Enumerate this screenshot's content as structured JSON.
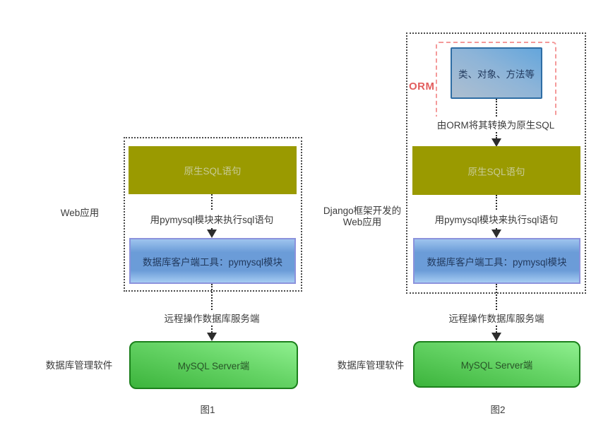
{
  "diagram1": {
    "side_label": "Web应用",
    "sql_box_label": "原生SQL语句",
    "exec_arrow_label": "用pymysql模块来执行sql语句",
    "client_box_label": "数据库客户端工具：pymysql模块",
    "remote_arrow_label": "远程操作数据库服务端",
    "db_side_label": "数据库管理软件",
    "server_box_label": "MySQL Server端",
    "caption": "图1"
  },
  "diagram2": {
    "side_label_line1": "Django框架开发的",
    "side_label_line2": "Web应用",
    "orm_tag": "ORM",
    "class_box_label": "类、对象、方法等",
    "orm_arrow_label": "由ORM将其转换为原生SQL",
    "sql_box_label": "原生SQL语句",
    "exec_arrow_label": "用pymysql模块来执行sql语句",
    "client_box_label": "数据库客户端工具：pymysql模块",
    "remote_arrow_label": "远程操作数据库服务端",
    "db_side_label": "数据库管理软件",
    "server_box_label": "MySQL Server端",
    "caption": "图2"
  },
  "colors": {
    "raw_sql_box_bg": "#9a9a00",
    "raw_sql_box_text": "#c8cb96",
    "client_box_gradient": [
      "#9ec4ee",
      "#6b9cd8",
      "#a6ccf2"
    ],
    "client_box_border": "#8c92dc",
    "class_box_gradient": [
      "#aebfd0",
      "#64a6dc"
    ],
    "class_box_border": "#2e6da4",
    "server_box_gradient": [
      "#3cb43c",
      "#90f090"
    ],
    "server_box_border": "#1c801c",
    "orm_accent": "#e25e5e",
    "orm_dashed_border": "#f49a9a",
    "boundary_dotted": "#4a4a4a",
    "arrow_line": "#2d2d2d",
    "text": "#3c3c3c",
    "background": "#ffffff"
  }
}
